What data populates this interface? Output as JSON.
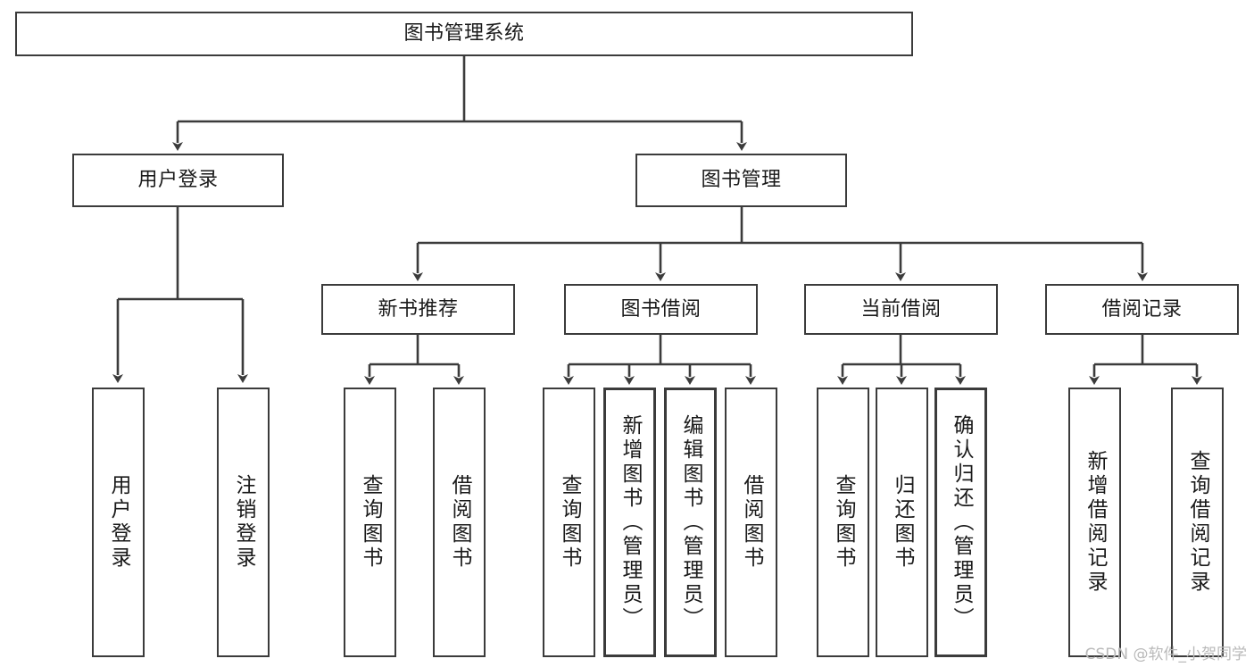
{
  "diagram": {
    "title": "图书管理系统",
    "type": "tree",
    "colors": {
      "border": "#3b3b3b",
      "fill": "#ffffff",
      "background": "#ffffff",
      "text": "#1a1a1a",
      "watermark": "#b9b9b9"
    },
    "root": {
      "label": "图书管理系统"
    },
    "level1": [
      {
        "label": "用户登录"
      },
      {
        "label": "图书管理"
      }
    ],
    "level2": [
      {
        "label": "新书推荐"
      },
      {
        "label": "图书借阅"
      },
      {
        "label": "当前借阅"
      },
      {
        "label": "借阅记录"
      }
    ],
    "leaves": {
      "user_login": [
        {
          "label": "用户登录"
        },
        {
          "label": "注销登录"
        }
      ],
      "new_book_recommend": [
        {
          "label": "查询图书"
        },
        {
          "label": "借阅图书"
        }
      ],
      "book_borrow": [
        {
          "label": "查询图书"
        },
        {
          "label": "新增图书（管理员）"
        },
        {
          "label": "编辑图书（管理员）"
        },
        {
          "label": "借阅图书"
        }
      ],
      "current_borrow": [
        {
          "label": "查询图书"
        },
        {
          "label": "归还图书"
        },
        {
          "label": "确认归还（管理员）"
        }
      ],
      "borrow_record": [
        {
          "label": "新增借阅记录"
        },
        {
          "label": "查询借阅记录"
        }
      ]
    }
  },
  "watermark": {
    "text": "CSDN @软件_小贺同学"
  }
}
